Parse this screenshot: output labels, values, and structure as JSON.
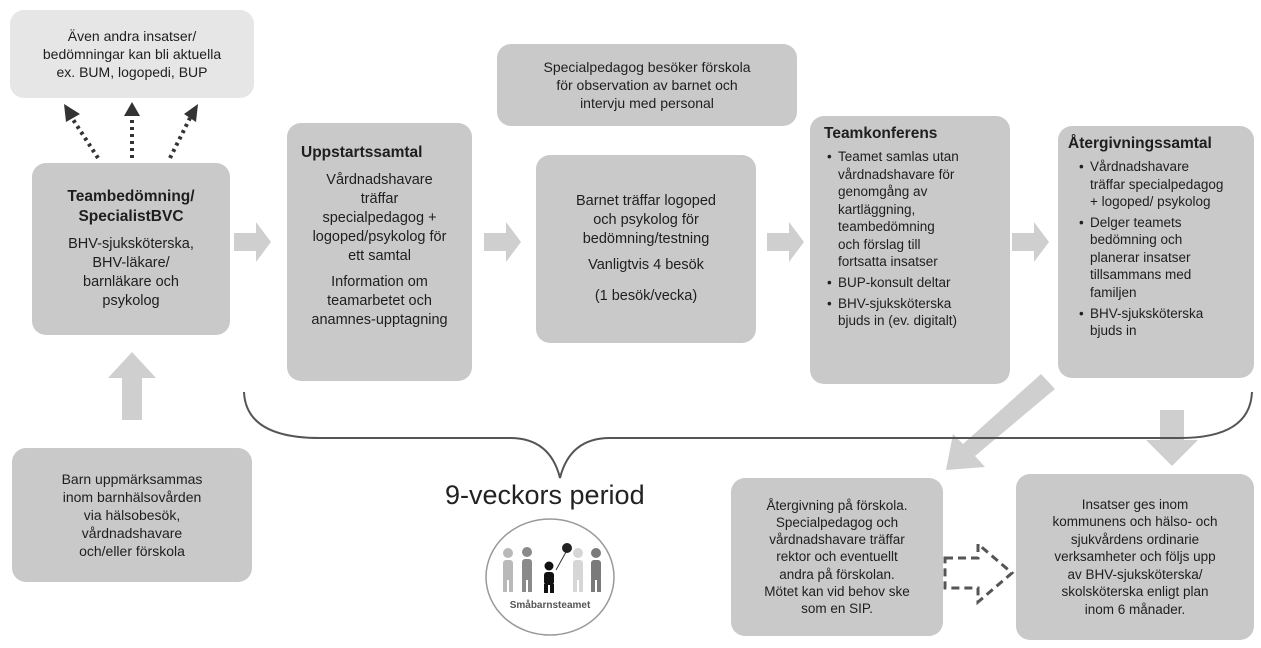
{
  "other_interventions": {
    "lines": [
      "Även andra insatser/",
      "bedömningar kan bli aktuella",
      "ex. BUM, logopedi, BUP"
    ]
  },
  "team_assessment": {
    "title_lines": [
      "Teambedömning/",
      "SpecialistBVC"
    ],
    "body_lines": [
      "BHV-sjuksköterska,",
      "BHV-läkare/",
      "barnläkare och",
      "psykolog"
    ]
  },
  "child_noticed": {
    "lines": [
      "Barn uppmärksammas",
      "inom barnhälsovården",
      "via hälsobesök,",
      "vårdnadshavare",
      "och/eller förskola"
    ]
  },
  "startup_meeting": {
    "title": "Uppstartssamtal",
    "body_lines": [
      "Vårdnadshavare",
      "träffar",
      "specialpedagog +",
      "logoped/psykolog för",
      "ett samtal"
    ],
    "info_lines": [
      "Information om",
      "teamarbetet och",
      "anamnes-upptagning"
    ]
  },
  "preschool_visit": {
    "lines": [
      "Specialpedagog besöker förskola",
      "för observation av barnet och",
      "intervju med personal"
    ]
  },
  "assessment_visits": {
    "lines": [
      "Barnet träffar logoped",
      "och psykolog för",
      "bedömning/testning"
    ],
    "usual": "Vanligtvis 4 besök",
    "frequency": "(1 besök/vecka)"
  },
  "team_conference": {
    "title": "Teamkonferens",
    "bullets": [
      [
        "Teamet samlas utan",
        "vårdnadshavare för",
        "genomgång av",
        "kartläggning,",
        "teambedömning",
        "och förslag till",
        "fortsatta insatser"
      ],
      [
        "BUP-konsult deltar"
      ],
      [
        "BHV-sjuksköterska",
        "bjuds in (ev. digitalt)"
      ]
    ]
  },
  "feedback_meeting": {
    "title": "Återgivningssamtal",
    "bullets": [
      [
        "Vårdnadshavare",
        "träffar specialpedagog",
        "+ logoped/ psykolog"
      ],
      [
        "Delger teamets",
        "bedömning och",
        "planerar insatser",
        "tillsammans med",
        "familjen"
      ],
      [
        "BHV-sjuksköterska",
        "bjuds in"
      ]
    ]
  },
  "period_label": "9-veckors period",
  "logo_text": "Småbarnsteamet",
  "preschool_feedback": {
    "lines": [
      "Återgivning på förskola.",
      "Specialpedagog och",
      "vårdnadshavare träffar",
      "rektor och eventuellt",
      "andra på förskolan.",
      "Mötet kan vid behov ske",
      "som en SIP."
    ]
  },
  "interventions": {
    "lines": [
      "Insatser ges inom",
      "kommunens och hälso- och",
      "sjukvårdens ordinarie",
      "verksamheter och följs upp",
      "av BHV-sjuksköterska/",
      "skolsköterska enligt plan",
      "inom 6 månader."
    ]
  },
  "colors": {
    "box": "#c9c9c9",
    "box_light": "#e6e6e6",
    "arrow": "#cfcfcf",
    "dotted_arrow": "#333333",
    "dashed_arrow": "#555555"
  }
}
